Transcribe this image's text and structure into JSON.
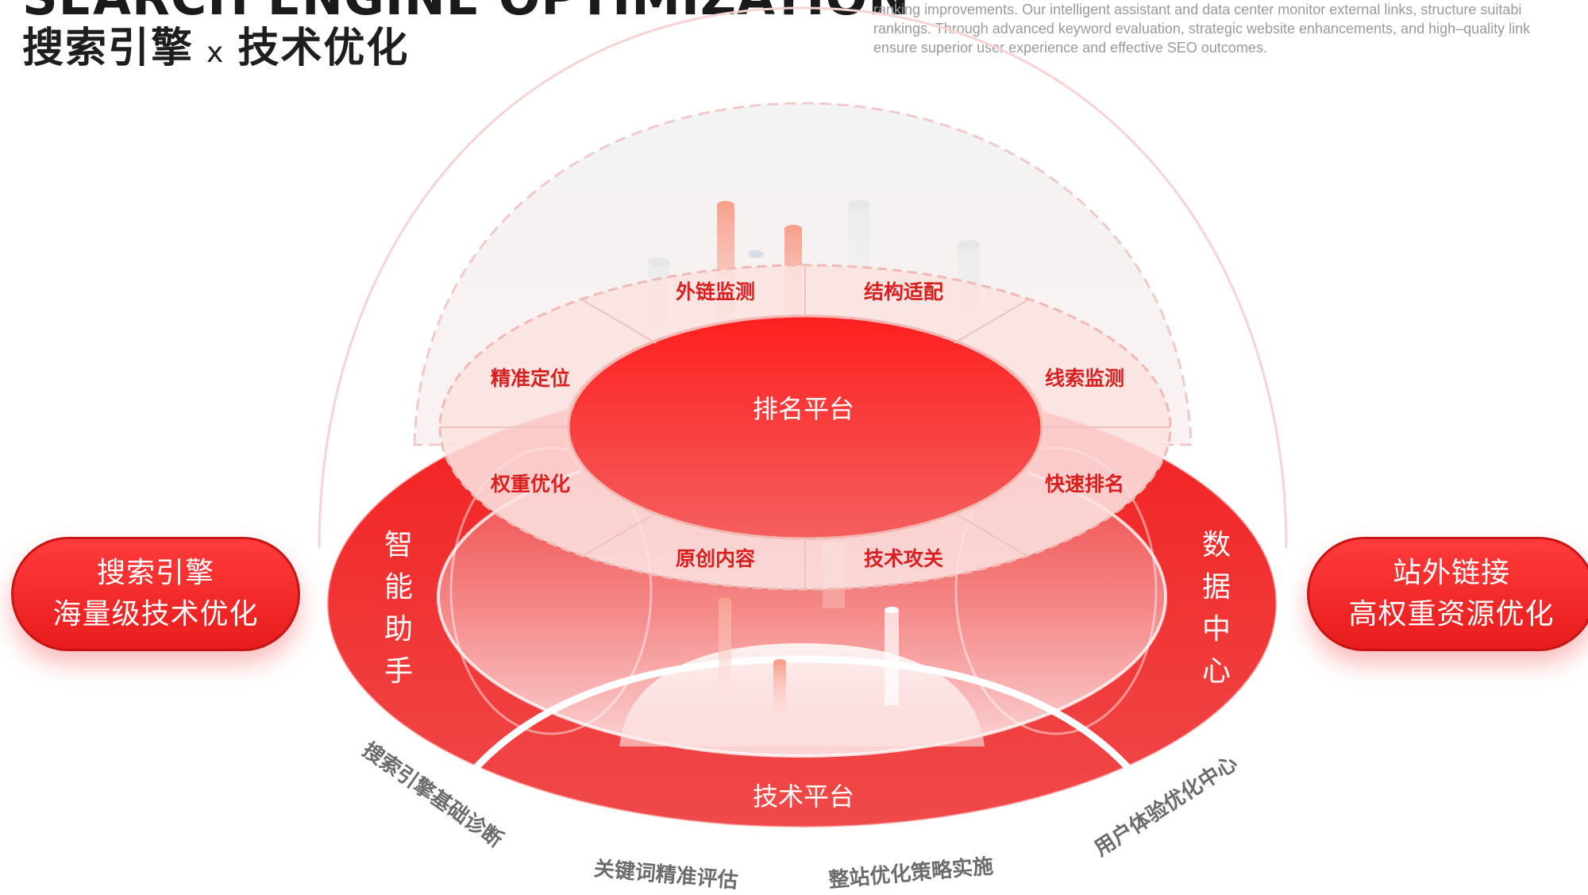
{
  "header": {
    "title_en": "SEARCH ENGINE OPTIMIZATION",
    "title_cn_left": "搜索引擎",
    "title_cn_x": "x",
    "title_cn_right": "技术优化",
    "description_lines": [
      "ranking improvements. Our intelligent assistant and data center monitor external links, structure suitabi",
      "rankings. Through advanced keyword evaluation, strategic website enhancements, and high–quality link",
      "ensure superior user experience and effective SEO outcomes."
    ]
  },
  "pills": {
    "left": {
      "line1": "搜索引擎",
      "line2": "海量级技术优化"
    },
    "right": {
      "line1": "站外链接",
      "line2": "高权重资源优化"
    }
  },
  "diagram": {
    "top_platform": "排名平台",
    "bottom_platform": "技术平台",
    "left_side": [
      "智",
      "能",
      "助",
      "手"
    ],
    "right_side": [
      "数",
      "据",
      "中",
      "心"
    ],
    "ring_segments": [
      "外链监测",
      "结构适配",
      "精准定位",
      "线索监测",
      "权重优化",
      "快速排名",
      "原创内容",
      "技术攻关"
    ],
    "bottom_labels": [
      "搜索引擎基础诊断",
      "关键词精准评估",
      "整站优化策略实施",
      "用户体验优化中心"
    ]
  },
  "colors": {
    "accent": "#ee2a2a",
    "accent_dark": "#c91414",
    "ring_fill": "#fbe3e1",
    "label_red": "#d92020",
    "caption_gray": "#6b6b6b"
  }
}
